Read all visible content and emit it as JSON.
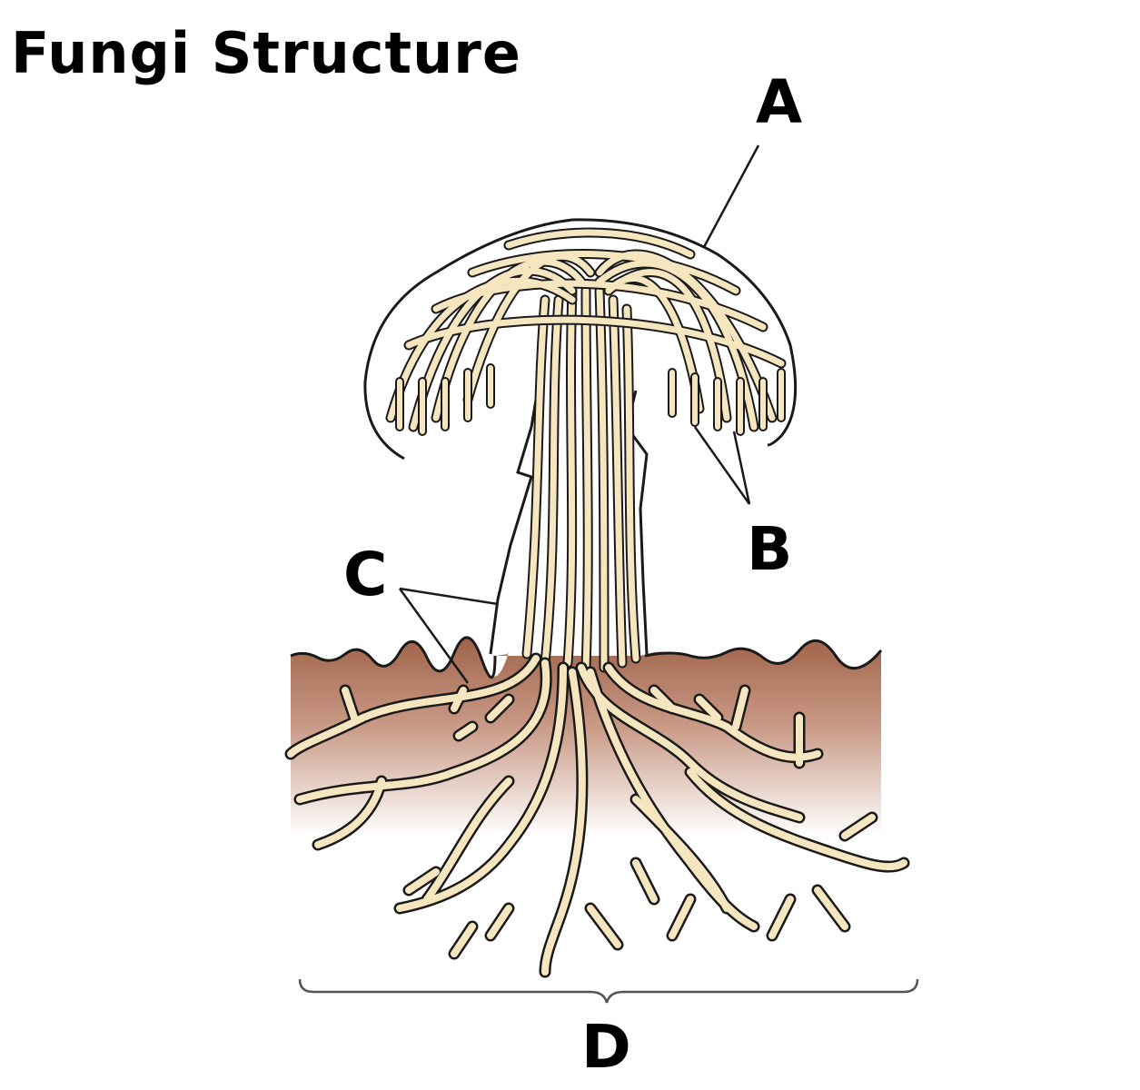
{
  "title": "Fungi Structure",
  "labels": {
    "a": "A",
    "b": "B",
    "c": "C",
    "d": "D"
  },
  "colors": {
    "hyphae": "#f5e6c0",
    "outline": "#1a1a1a",
    "soil_top": "#a0634a",
    "soil_fade": "#ffffff"
  }
}
